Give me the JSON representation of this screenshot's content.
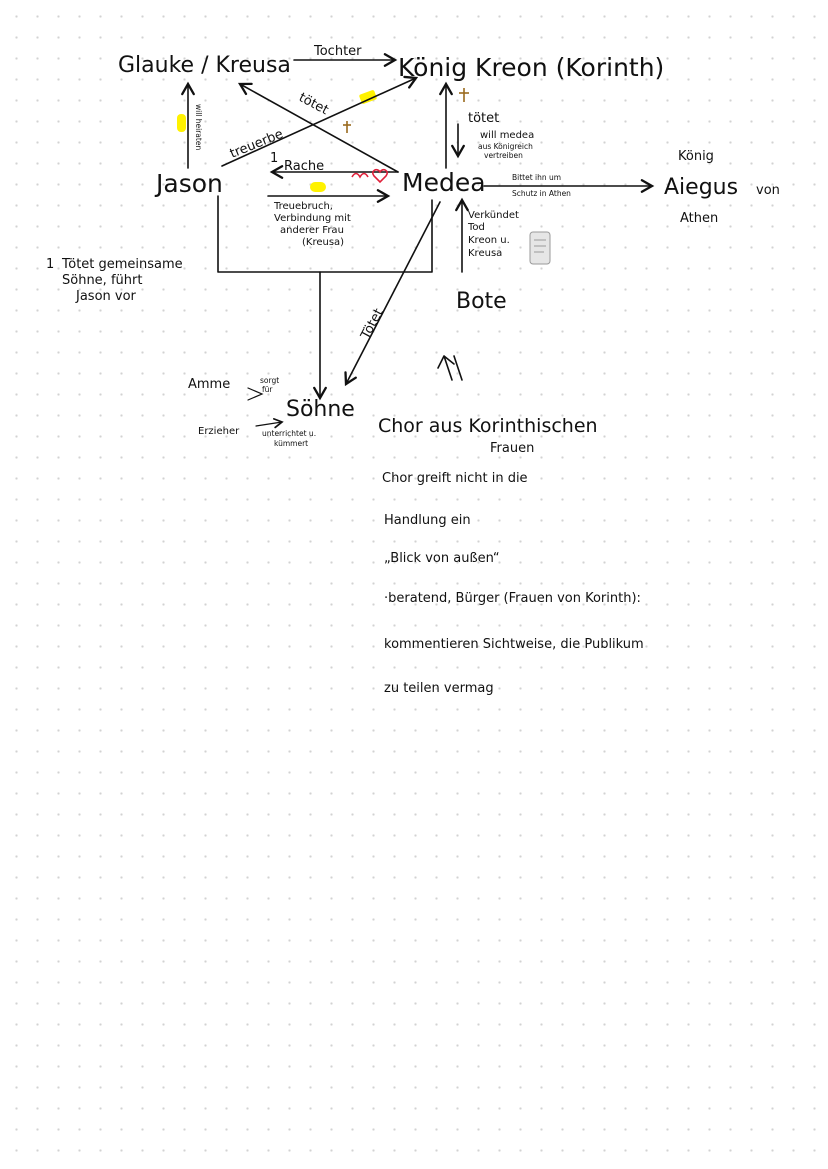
{
  "nodes": {
    "glauke": "Glauke / Kreusa",
    "koenig_kreon": "König Kreon (Korinth)",
    "jason": "Jason",
    "medea": "Medea",
    "aiegus_title": "König",
    "aiegus_name": "Aiegus",
    "aiegus_von": "von",
    "aiegus_athen": "Athen",
    "bote": "Bote",
    "soehne": "Söhne",
    "amme": "Amme",
    "erzieher": "Erzieher"
  },
  "labels": {
    "tochter": "Tochter",
    "toetet_glauke": "tötet",
    "toetet_kreon": "tötet",
    "will_medea": "will medea",
    "aus_koenigreich": "aus Königreich",
    "vertreiben": "vertreiben",
    "will_heiraten": "will heiraten",
    "treuerbe": "treuerbe",
    "rache_num": "1",
    "rache": "Rache",
    "treuebruch": "Treuebruch,",
    "verbindung": "Verbindung mit",
    "anderer_frau": "anderer Frau",
    "kreusa_paren": "(Kreusa)",
    "bittet_1": "Bittet ihn um",
    "bittet_2": "Schutz in Athen",
    "verkuendet_1": "Verkündet",
    "verkuendet_2": "Tod",
    "verkuendet_3": "Kreon u.",
    "verkuendet_4": "Kreusa",
    "toetet_soehne": "Tötet",
    "amme_1": "sorgt",
    "amme_2": "für",
    "erzieher_1": "unterrichtet u.",
    "erzieher_2": "kümmert",
    "side_num": "1",
    "side_1": "Tötet gemeinsame",
    "side_2": "Söhne, führt",
    "side_3": "Jason vor"
  },
  "chor": {
    "title_1": "Chor aus Korinthischen",
    "title_2": "Frauen",
    "line_1": "Chor greift nicht in die",
    "line_2": "Handlung ein",
    "line_3": "„Blick von außen“",
    "line_4": "·beratend, Bürger (Frauen von Korinth):",
    "line_5": "kommentieren Sichtweise, die Publikum",
    "line_6": "zu teilen vermag"
  },
  "colors": {
    "ink": "#111111",
    "cross": "#9a6a1e",
    "highlight": "#fff200",
    "heart": "#e0203a",
    "scroll": "#cfcfcf"
  }
}
